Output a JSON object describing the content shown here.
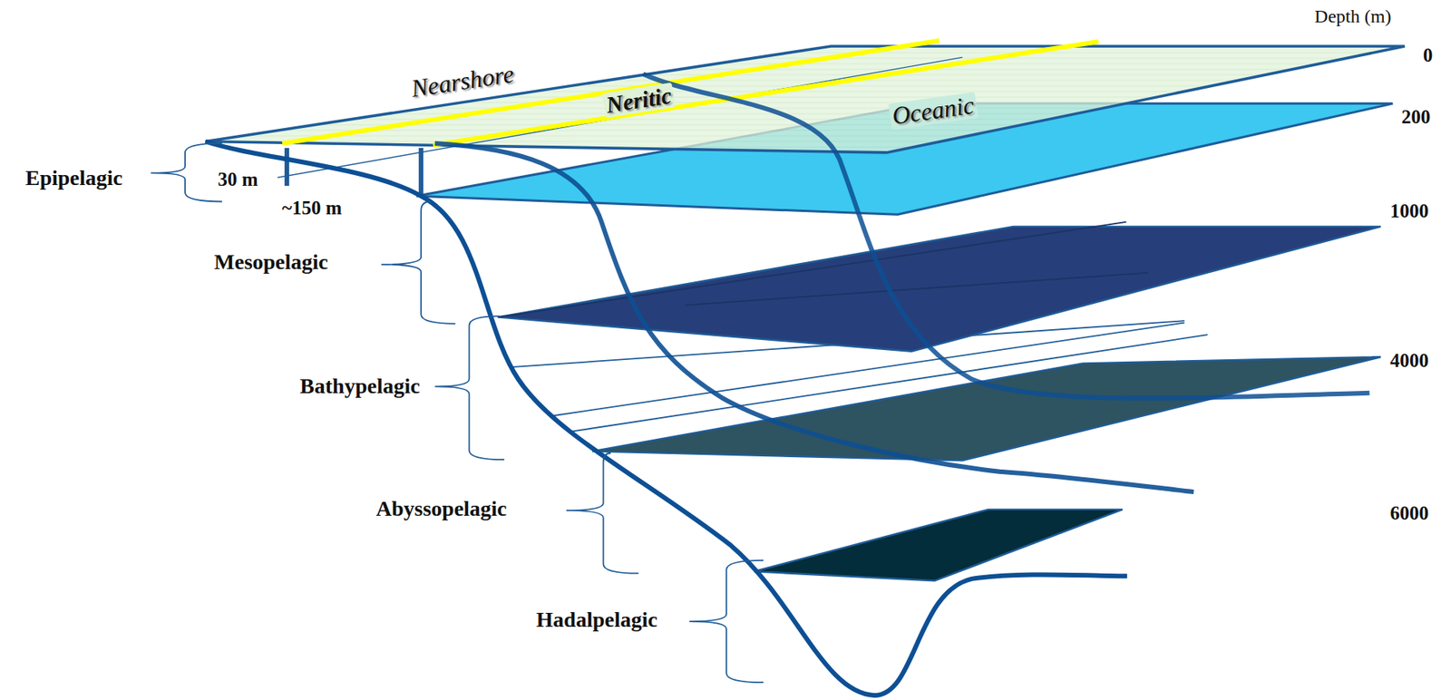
{
  "diagram": {
    "labels": [
      "Depth (m)",
      "0",
      "200",
      "1000",
      "4000",
      "6000",
      "Nearshore",
      "Neritic",
      "Oceanic",
      "Epipelagic",
      "30 m",
      "~150 m",
      "Mesopelagic",
      "Bathypelagic",
      "Abyssopelagic",
      "Hadalpelagic"
    ]
  }
}
